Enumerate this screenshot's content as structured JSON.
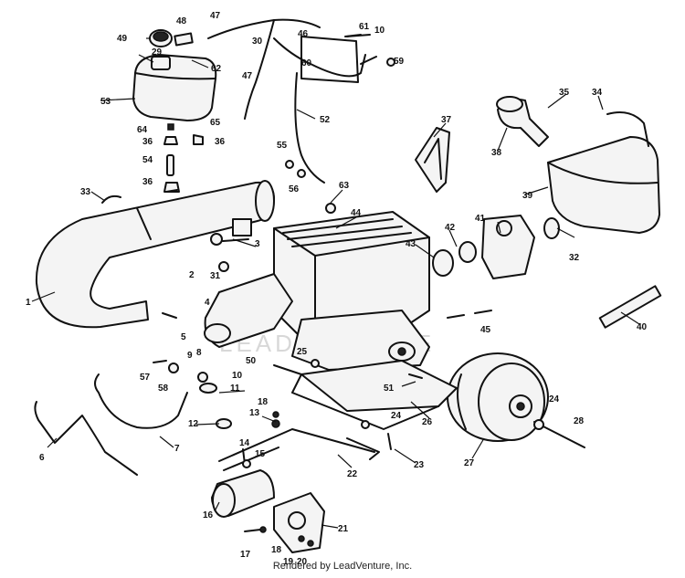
{
  "credit": "Rendered by LeadVenture, Inc.",
  "watermark": "LEADVENTURE",
  "part_labels": [
    {
      "id": "1",
      "text": "1"
    },
    {
      "id": "2",
      "text": "2"
    },
    {
      "id": "3",
      "text": "3"
    },
    {
      "id": "4",
      "text": "4"
    },
    {
      "id": "5",
      "text": "5"
    },
    {
      "id": "6",
      "text": "6"
    },
    {
      "id": "7",
      "text": "7"
    },
    {
      "id": "8",
      "text": "8"
    },
    {
      "id": "9",
      "text": "9"
    },
    {
      "id": "10a",
      "text": "10"
    },
    {
      "id": "10b",
      "text": "10"
    },
    {
      "id": "11",
      "text": "11"
    },
    {
      "id": "12",
      "text": "12"
    },
    {
      "id": "13",
      "text": "13"
    },
    {
      "id": "14",
      "text": "14"
    },
    {
      "id": "15",
      "text": "15"
    },
    {
      "id": "16",
      "text": "16"
    },
    {
      "id": "17",
      "text": "17"
    },
    {
      "id": "18a",
      "text": "18"
    },
    {
      "id": "18b",
      "text": "18"
    },
    {
      "id": "19",
      "text": "19"
    },
    {
      "id": "20",
      "text": "20"
    },
    {
      "id": "21",
      "text": "21"
    },
    {
      "id": "22",
      "text": "22"
    },
    {
      "id": "23",
      "text": "23"
    },
    {
      "id": "24a",
      "text": "24"
    },
    {
      "id": "24b",
      "text": "24"
    },
    {
      "id": "25",
      "text": "25"
    },
    {
      "id": "26",
      "text": "26"
    },
    {
      "id": "27",
      "text": "27"
    },
    {
      "id": "28",
      "text": "28"
    },
    {
      "id": "29",
      "text": "29"
    },
    {
      "id": "30",
      "text": "30"
    },
    {
      "id": "31",
      "text": "31"
    },
    {
      "id": "32",
      "text": "32"
    },
    {
      "id": "33",
      "text": "33"
    },
    {
      "id": "34",
      "text": "34"
    },
    {
      "id": "35",
      "text": "35"
    },
    {
      "id": "36a",
      "text": "36"
    },
    {
      "id": "36b",
      "text": "36"
    },
    {
      "id": "36c",
      "text": "36"
    },
    {
      "id": "37",
      "text": "37"
    },
    {
      "id": "38",
      "text": "38"
    },
    {
      "id": "39",
      "text": "39"
    },
    {
      "id": "40",
      "text": "40"
    },
    {
      "id": "41",
      "text": "41"
    },
    {
      "id": "42",
      "text": "42"
    },
    {
      "id": "43",
      "text": "43"
    },
    {
      "id": "44",
      "text": "44"
    },
    {
      "id": "45",
      "text": "45"
    },
    {
      "id": "46",
      "text": "46"
    },
    {
      "id": "47a",
      "text": "47"
    },
    {
      "id": "47b",
      "text": "47"
    },
    {
      "id": "48",
      "text": "48"
    },
    {
      "id": "49",
      "text": "49"
    },
    {
      "id": "50",
      "text": "50"
    },
    {
      "id": "51",
      "text": "51"
    },
    {
      "id": "52",
      "text": "52"
    },
    {
      "id": "53",
      "text": "53"
    },
    {
      "id": "54",
      "text": "54"
    },
    {
      "id": "55",
      "text": "55"
    },
    {
      "id": "56",
      "text": "56"
    },
    {
      "id": "57",
      "text": "57"
    },
    {
      "id": "58",
      "text": "58"
    },
    {
      "id": "59",
      "text": "59"
    },
    {
      "id": "60",
      "text": "60"
    },
    {
      "id": "61",
      "text": "61"
    },
    {
      "id": "62",
      "text": "62"
    },
    {
      "id": "63",
      "text": "63"
    },
    {
      "id": "64",
      "text": "64"
    },
    {
      "id": "65",
      "text": "65"
    }
  ]
}
